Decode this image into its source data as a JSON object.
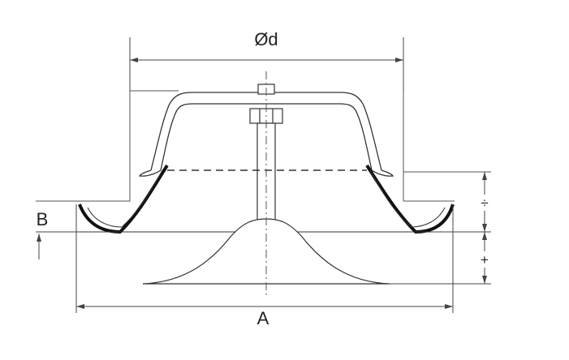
{
  "labels": {
    "diameter": "Ød",
    "overall_width": "A",
    "base_height": "B",
    "upper_adjust": "÷",
    "lower_adjust": "+"
  },
  "colors": {
    "line": "#4a4a4a",
    "outline": "#3a3a3a",
    "thick": "#111111",
    "background": "#ffffff"
  }
}
